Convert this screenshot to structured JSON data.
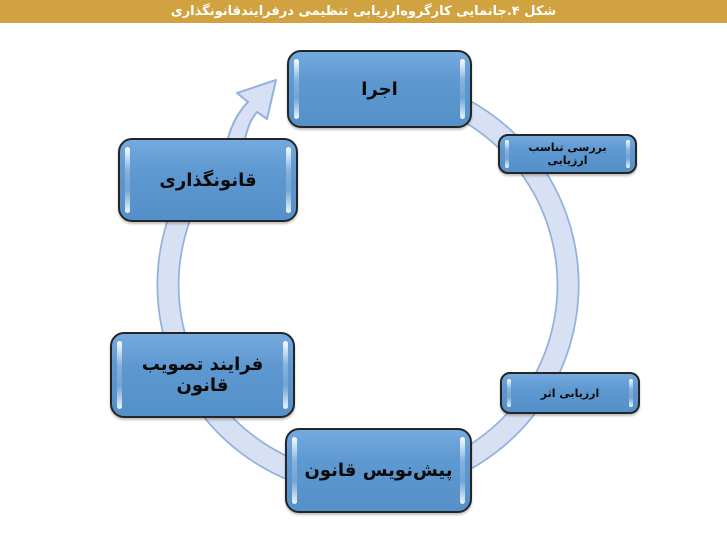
{
  "title_bar": {
    "text": "شکل ۴.جانمایی کارگروه‌ارزیابی تنظیمی درفرایندقانونگذاری",
    "bg_color": "#D0A240",
    "text_color": "#FFFFFF"
  },
  "diagram": {
    "type": "cycle",
    "direction": "clockwise",
    "ring_fill_color": "#D8E1F3",
    "ring_edge_color": "#93B2DB",
    "node_fill_color": "#5B96CE",
    "node_border_color": "#252525",
    "node_text_color": "#0A0A0A",
    "nodes": [
      {
        "id": "execution",
        "label": "اجرا",
        "size": "large",
        "position": "top"
      },
      {
        "id": "evaluation-suitability-review",
        "label": "بررسی تناسب ارزیابی",
        "size": "small",
        "position": "right-upper"
      },
      {
        "id": "impact-assessment",
        "label": "ارزیابی اثر",
        "size": "small",
        "position": "right-lower"
      },
      {
        "id": "law-draft",
        "label": "پیش‌نویس قانون",
        "size": "large",
        "position": "bottom"
      },
      {
        "id": "law-approval-process",
        "label": "فرایند تصویب قانون",
        "size": "large",
        "position": "left-lower"
      },
      {
        "id": "legislation",
        "label": "قانونگذاری",
        "size": "large",
        "position": "left-upper"
      }
    ]
  }
}
